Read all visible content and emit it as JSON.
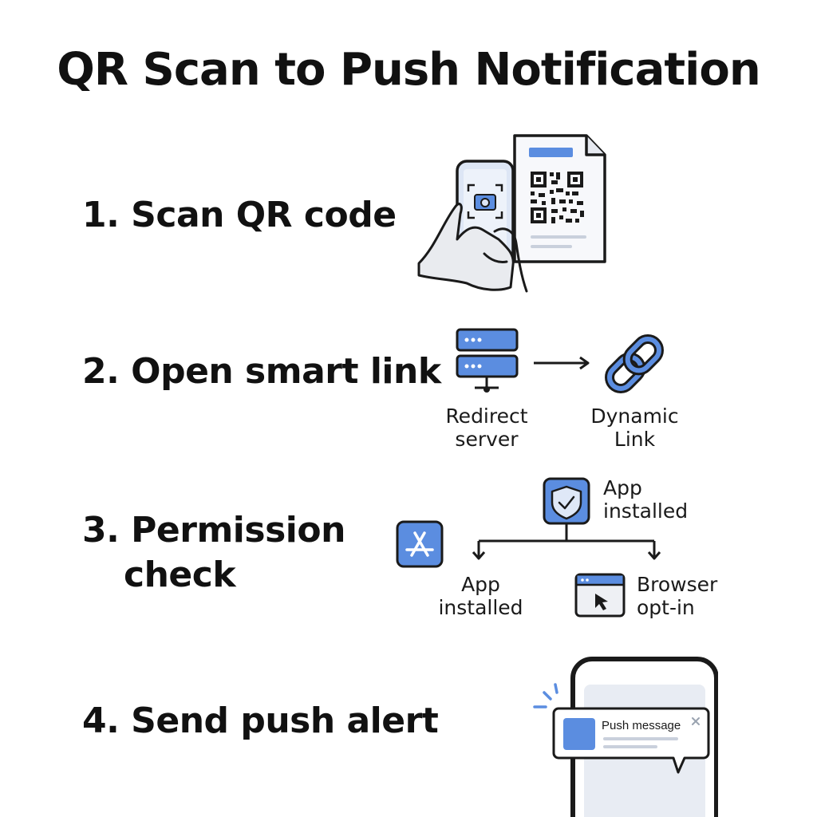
{
  "title": "QR Scan to Push Notification",
  "steps": [
    {
      "number": "1.",
      "label": "Scan QR code"
    },
    {
      "number": "2.",
      "label": "Open smart link"
    },
    {
      "number": "3.",
      "label_line1": "Permission",
      "label_line2": "check"
    },
    {
      "number": "4.",
      "label": "Send push alert"
    }
  ],
  "step2": {
    "server_label_1": "Redirect",
    "server_label_2": "server",
    "link_label_1": "Dynamic",
    "link_label_2": "Link"
  },
  "step3": {
    "top_label_1": "App",
    "top_label_2": "installed",
    "left_label_1": "App",
    "left_label_2": "installed",
    "right_label_1": "Browser",
    "right_label_2": "opt-in"
  },
  "step4": {
    "notification_title": "Push message"
  },
  "colors": {
    "accent_blue": "#5b8de0",
    "light_blue": "#dfe8f7",
    "stroke": "#1a1a1a",
    "light_gray": "#eef0f4"
  },
  "icons": [
    "phone-camera-icon",
    "qr-document-icon",
    "hand-icon",
    "server-icon",
    "arrow-right-icon",
    "chain-link-icon",
    "shield-check-icon",
    "app-store-icon",
    "browser-cursor-icon",
    "smartphone-icon",
    "notification-card-icon"
  ]
}
